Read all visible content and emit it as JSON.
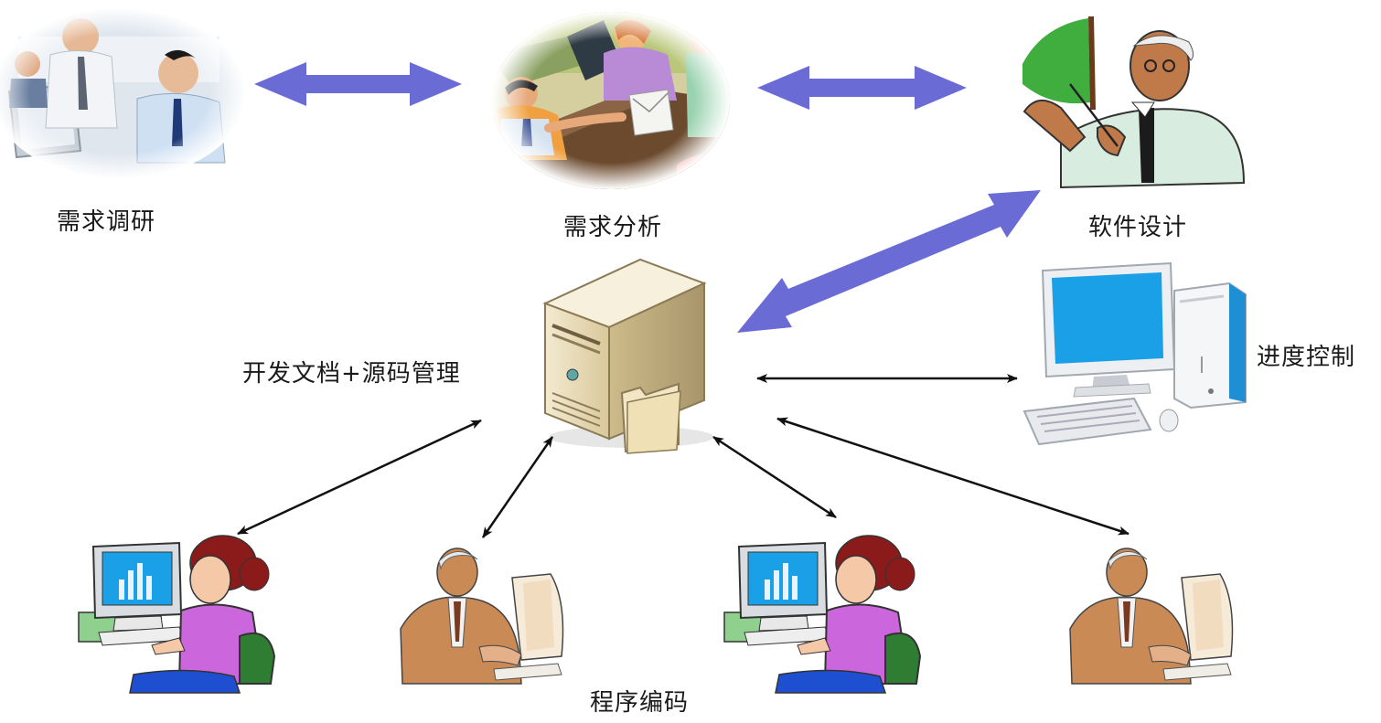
{
  "diagram": {
    "nodes": [
      {
        "id": "research",
        "label": "需求调研",
        "icon": "office-meeting-photo"
      },
      {
        "id": "analysis",
        "label": "需求分析",
        "icon": "business-meeting-clipart"
      },
      {
        "id": "design",
        "label": "软件设计",
        "icon": "presenter-clipart"
      },
      {
        "id": "server",
        "label": "开发文档+源码管理",
        "icon": "server-icon"
      },
      {
        "id": "progress",
        "label": "进度控制",
        "icon": "desktop-computer-icon"
      },
      {
        "id": "coding",
        "label": "程序编码",
        "icon": "developer-group"
      }
    ],
    "edges": [
      {
        "from": "research",
        "to": "analysis",
        "style": "thick-bidirectional"
      },
      {
        "from": "analysis",
        "to": "design",
        "style": "thick-bidirectional"
      },
      {
        "from": "design",
        "to": "server",
        "style": "thick-bidirectional"
      },
      {
        "from": "server",
        "to": "progress",
        "style": "thin-bidirectional"
      },
      {
        "from": "server",
        "to": "developer-1",
        "style": "thin-bidirectional"
      },
      {
        "from": "server",
        "to": "developer-2",
        "style": "thin-bidirectional"
      },
      {
        "from": "server",
        "to": "developer-3",
        "style": "thin-bidirectional"
      },
      {
        "from": "server",
        "to": "developer-4",
        "style": "thin-bidirectional"
      }
    ],
    "colors": {
      "thick_arrow": "#6b6bd6",
      "thin_arrow": "#111111",
      "server_body": "#e9dcb8",
      "monitor_screen": "#1aa0e6",
      "woman_shirt": "#cc66dd",
      "woman_hair": "#8b1a1a",
      "man_skin": "#c98a55"
    }
  }
}
